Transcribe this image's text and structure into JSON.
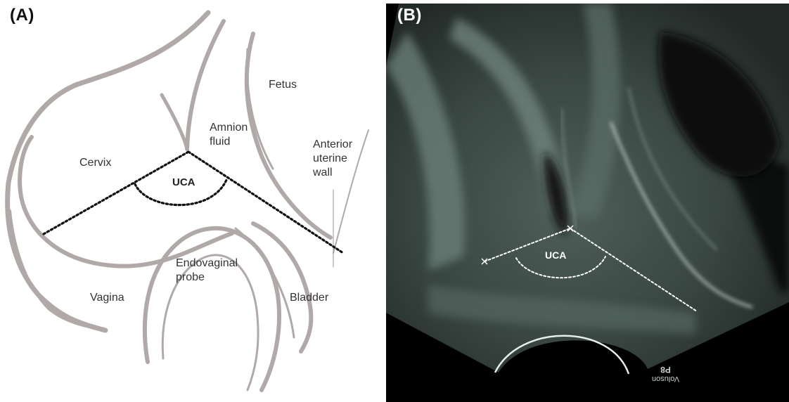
{
  "panel_a": {
    "letter": "(A)",
    "labels": {
      "fetus": "Fetus",
      "amnion_line1": "Amnion",
      "amnion_line2": "fluid",
      "cervix": "Cervix",
      "uca": "UCA",
      "anterior_line1": "Anterior",
      "anterior_line2": "uterine",
      "anterior_line3": "wall",
      "endo_line1": "Endovaginal",
      "endo_line2": "probe",
      "vagina": "Vagina",
      "bladder": "Bladder"
    },
    "colors": {
      "structure": "#b0a9a8",
      "measure": "#111111"
    }
  },
  "panel_b": {
    "letter": "(B)",
    "uca_label": "UCA",
    "watermark_line1": "Voluson",
    "watermark_line2": "P8",
    "colors": {
      "echo": "#8fa8a0",
      "background": "#000000",
      "measure": "#ffffff"
    }
  }
}
